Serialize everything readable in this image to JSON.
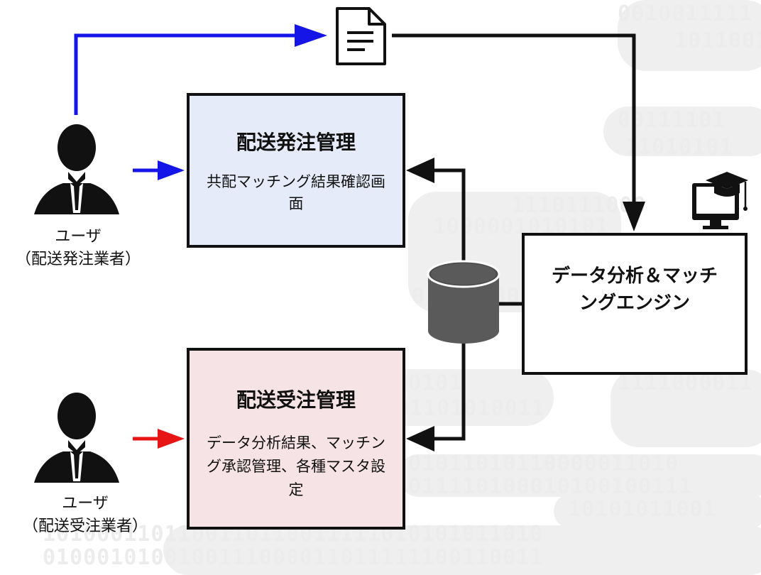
{
  "users": {
    "orderer": {
      "name": "ユーザ",
      "role": "（配送発注業者）"
    },
    "receiver": {
      "name": "ユーザ",
      "role": "（配送受注業者）"
    }
  },
  "boxes": {
    "order": {
      "title": "配送発注管理",
      "desc": "共配マッチング結果確認画面"
    },
    "receive": {
      "title": "配送受注管理",
      "desc": "データ分析結果、マッチング承認管理、各種マスタ設定"
    },
    "engine": {
      "title": "データ分析＆マッチングエンジン"
    }
  },
  "background": {
    "binary_rows": [
      "0010011111",
      "1011001",
      "00111101",
      "11010101",
      "1110111000",
      "1000001010101",
      "0101110011",
      "101000101",
      "1111000011",
      "0101101010011",
      "01011010110000011010",
      "011110100010100100111",
      "10101011001",
      "1010001101100110110011111010101011010",
      "0100010100100111000011011111100110011"
    ]
  },
  "colors": {
    "order_arrow": "#1515e8",
    "receive_arrow": "#e81515",
    "line": "#111111",
    "order_box_bg": "#e5ebf8",
    "receive_box_bg": "#f6e3e5",
    "db": "#5a5a5a"
  }
}
